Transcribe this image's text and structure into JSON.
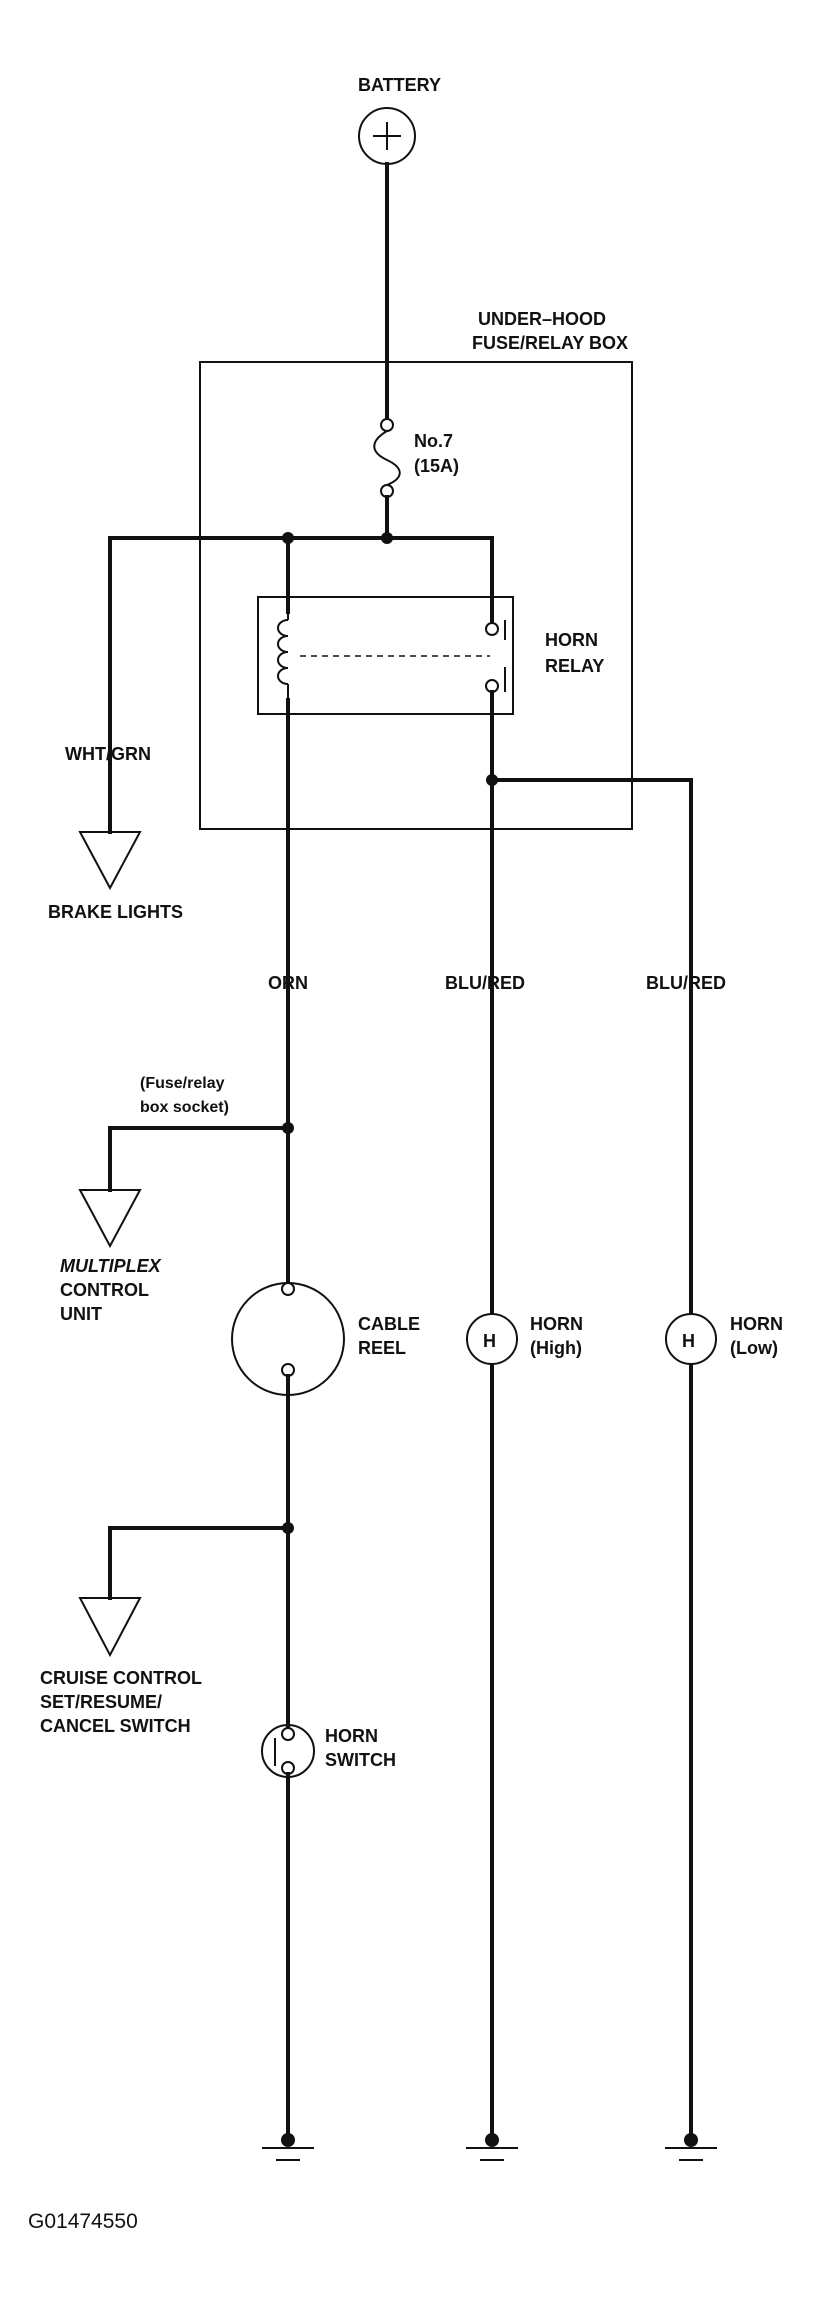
{
  "components": {
    "battery": {
      "label": "BATTERY"
    },
    "fuse_box": {
      "label_line1": "UNDER–HOOD",
      "label_line2": "FUSE/RELAY BOX"
    },
    "fuse": {
      "label_line1": "No.7",
      "label_line2": "(15A)"
    },
    "horn_relay": {
      "label_line1": "HORN",
      "label_line2": "RELAY"
    },
    "brake_lights": {
      "label": "BRAKE LIGHTS"
    },
    "fuse_box_socket": {
      "label_line1": "(Fuse/relay",
      "label_line2": "box socket)"
    },
    "multiplex_control_unit": {
      "label_line1": "MULTIPLEX",
      "label_line2": "CONTROL",
      "label_line3": "UNIT"
    },
    "cable_reel": {
      "label_line1": "CABLE",
      "label_line2": "REEL"
    },
    "horn_high": {
      "symbol": "H",
      "label_line1": "HORN",
      "label_line2": "(High)"
    },
    "horn_low": {
      "symbol": "H",
      "label_line1": "HORN",
      "label_line2": "(Low)"
    },
    "cruise_control_switch": {
      "label_line1": "CRUISE CONTROL",
      "label_line2": "SET/RESUME/",
      "label_line3": "CANCEL SWITCH"
    },
    "horn_switch": {
      "label_line1": "HORN",
      "label_line2": "SWITCH"
    }
  },
  "wires": {
    "brake_feed": "WHT/GRN",
    "switch_feed": "ORN",
    "horn_high_feed": "BLU/RED",
    "horn_low_feed": "BLU/RED"
  },
  "figure_code": "G01474550",
  "colors": {
    "ink": "#111111",
    "background": "#ffffff"
  }
}
